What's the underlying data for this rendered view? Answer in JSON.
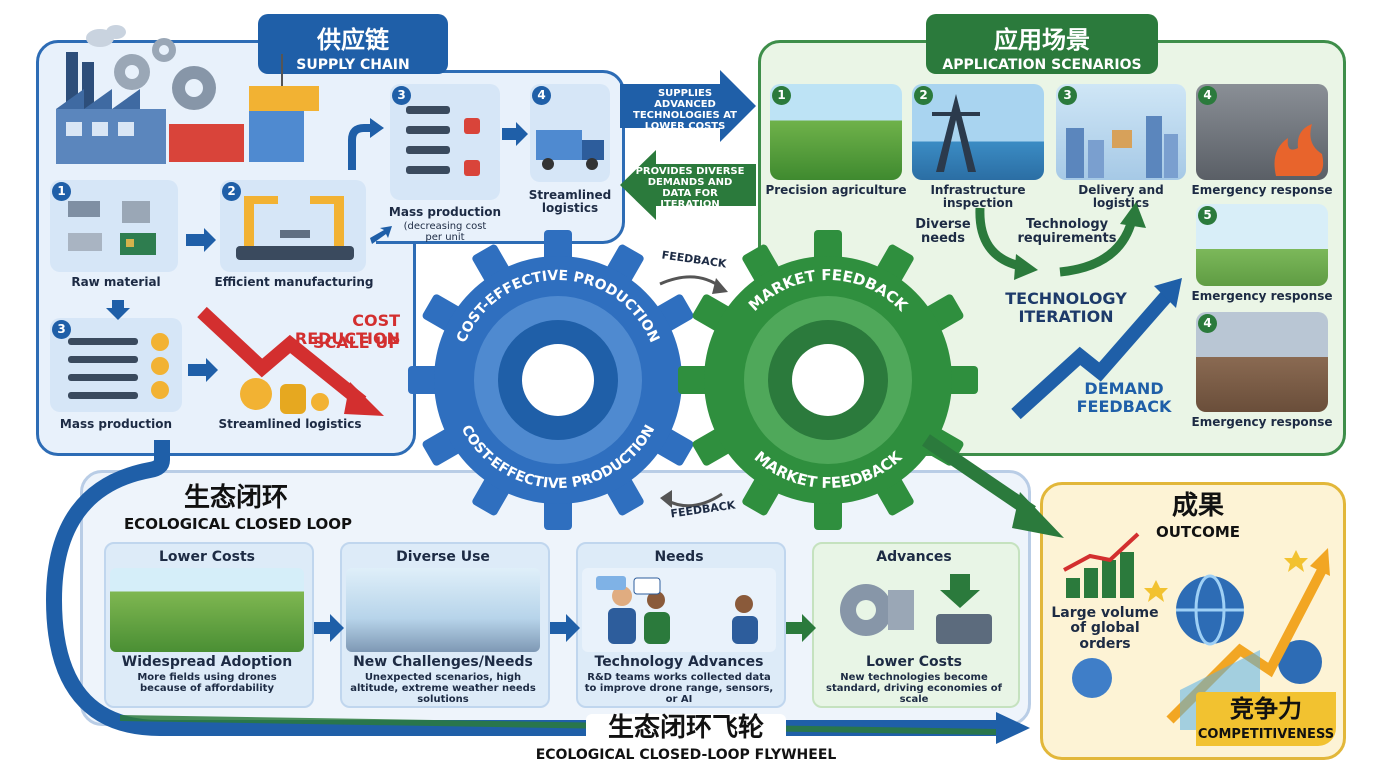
{
  "supply_chain": {
    "title_cn": "供应链",
    "title_en": "SUPPLY CHAIN",
    "steps": {
      "raw_material": {
        "num": "1",
        "label": "Raw material"
      },
      "efficient_manufacturing": {
        "num": "2",
        "label": "Efficient manufacturing"
      },
      "mass_production_top": {
        "num": "3",
        "label": "Mass production",
        "sub": "(decreasing cost per unit"
      },
      "streamlined_logistics_top": {
        "num": "4",
        "label": "Streamlined logistics"
      },
      "mass_production_bottom": {
        "num": "3",
        "label": "Mass production"
      },
      "streamlined_logistics_bottom": {
        "label": "Streamlined logistics"
      }
    },
    "cost_reduction_line1": "COST REDUCTION",
    "cost_reduction_line2": "SCALE UP"
  },
  "links": {
    "supplies": "SUPPLIES ADVANCED TECHNOLOGIES AT LOWER COSTS",
    "provides": "PROVIDES DIVERSE DEMANDS AND DATA FOR ITERATION"
  },
  "application": {
    "title_cn": "应用场景",
    "title_en": "APPLICATION SCENARIOS",
    "scenarios": [
      {
        "num": "1",
        "label": "Precision agriculture"
      },
      {
        "num": "2",
        "label": "Infrastructure inspection"
      },
      {
        "num": "3",
        "label": "Delivery and logistics"
      },
      {
        "num": "4",
        "label": "Emergency response"
      },
      {
        "num": "5",
        "label": "Emergency response"
      },
      {
        "num": "4",
        "label": "Emergency response"
      }
    ],
    "diverse_needs": "Diverse needs",
    "technology_requirements": "Technology requirements",
    "technology_iteration": "TECHNOLOGY ITERATION",
    "demand_feedback": "DEMAND FEEDBACK"
  },
  "gears": {
    "feedback_top": "FEEDBACK",
    "feedback_bottom": "FEEDBACK",
    "left_label": "COST-EFFECTIVE PRODUCTION",
    "right_label": "MARKET FEEDBACK"
  },
  "loop": {
    "title_cn": "生态闭环",
    "title_en": "ECOLOGICAL CLOSED LOOP",
    "cards": [
      {
        "head": "Lower Costs",
        "title": "Widespread Adoption",
        "desc": "More fields using drones because of affordability"
      },
      {
        "head": "Diverse Use",
        "title": "New Challenges/Needs",
        "desc": "Unexpected scenarios, high altitude, extreme weather needs solutions"
      },
      {
        "head": "Needs",
        "title": "Technology Advances",
        "desc": "R&D teams works collected data to improve drone range, sensors, or AI"
      },
      {
        "head": "Advances",
        "title": "Lower Costs",
        "desc": "New technologies become standard, driving economies of scale"
      }
    ],
    "flywheel_cn": "生态闭环飞轮",
    "flywheel_en": "ECOLOGICAL CLOSED-LOOP FLYWHEEL"
  },
  "outcome": {
    "title_cn": "成果",
    "title_en": "OUTCOME",
    "orders": "Large volume of global orders",
    "competitiveness_cn": "竞争力",
    "competitiveness_en": "COMPETITIVENESS"
  },
  "colors": {
    "blue": "#1f5fa8",
    "green": "#2b7a3c",
    "red": "#d32f2f",
    "gold": "#f2c230"
  }
}
